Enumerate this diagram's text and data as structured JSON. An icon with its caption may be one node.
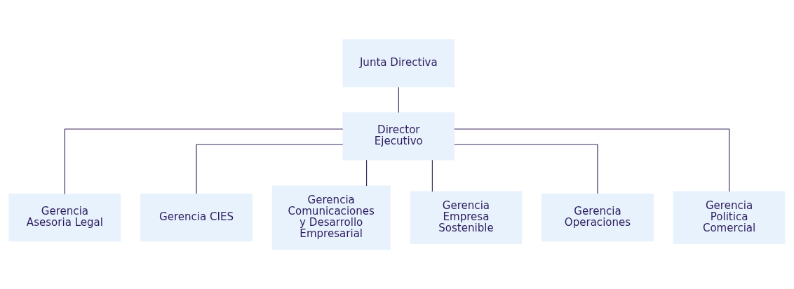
{
  "diagram": {
    "nodes": [
      {
        "text": [
          "Junta Directiva"
        ]
      },
      {
        "text": [
          "Director Ejecutivo"
        ]
      },
      {
        "text": [
          "Gerencia Asesoria Legal"
        ]
      },
      {
        "text": [
          "Gerencia CIES"
        ]
      },
      {
        "text": [
          "Gerencia Comunicaciones y Desarrollo Empresarial"
        ]
      },
      {
        "text": [
          "Gerencia Empresa Sostenible"
        ]
      },
      {
        "text": [
          "Gerencia Operaciones"
        ]
      },
      {
        "text": [
          "Gerencia Politica Comercial"
        ]
      }
    ],
    "edges": [
      {
        "from": 0,
        "to": 1,
        "arrow": "none"
      },
      {
        "from": 1,
        "to": 2,
        "arrow": "none"
      },
      {
        "from": 1,
        "to": 3,
        "arrow": "none"
      },
      {
        "from": 1,
        "to": 4,
        "arrow": "none"
      },
      {
        "from": 1,
        "to": 5,
        "arrow": "none"
      },
      {
        "from": 1,
        "to": 6,
        "arrow": "none"
      },
      {
        "from": 1,
        "to": 7,
        "arrow": "none"
      }
    ]
  }
}
